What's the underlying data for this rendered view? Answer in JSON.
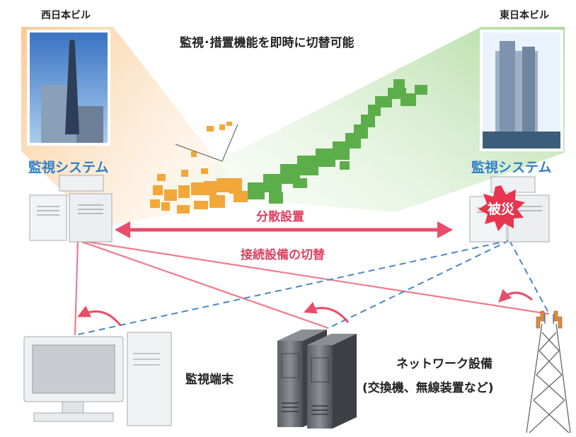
{
  "buildings": {
    "west": "西日本ビル",
    "east": "東日本ビル"
  },
  "headline": "監視･措置機能を即時に切替可能",
  "systems": {
    "west_label": "監視システム",
    "east_label": "監視システム",
    "disaster_badge": "被災"
  },
  "arrows": {
    "distributed": "分散設置",
    "switching": "接続設備の切替"
  },
  "devices": {
    "terminal": "監視端末",
    "network_line1": "ネットワーク設備",
    "network_line2": "(交換機、無線装置など)"
  },
  "colors": {
    "active_link": "#ef7b8d",
    "standby_link": "#4a86c8",
    "west_zone": "#f6c48a",
    "east_zone": "#a9d89a",
    "disaster": "#e8344f",
    "system_label": "#2f7fc5"
  }
}
